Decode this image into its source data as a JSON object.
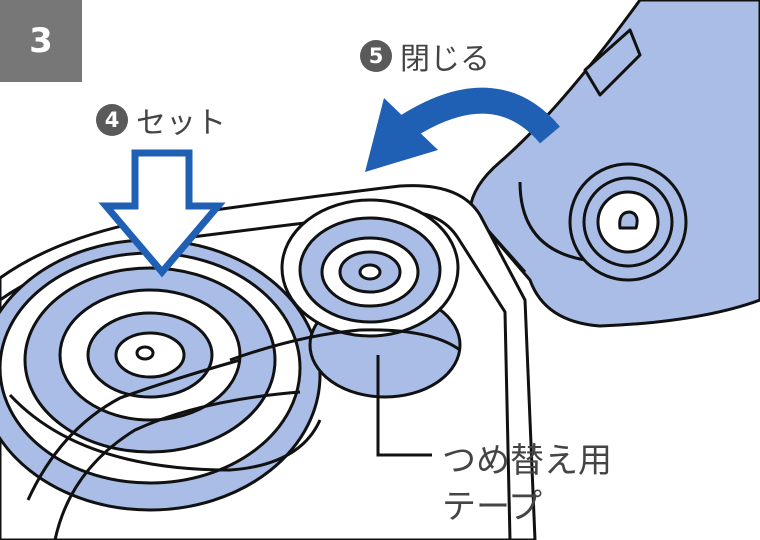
{
  "step": {
    "number": "3"
  },
  "callouts": {
    "set": {
      "number": "4",
      "text": "セット"
    },
    "close": {
      "number": "5",
      "text": "閉じる"
    }
  },
  "labels": {
    "tape_line1": "つめ替え用",
    "tape_line2": "テープ"
  },
  "colors": {
    "body_blue": "#a9bde6",
    "arrow_blue": "#1f5fb4",
    "badge_gray": "#777777",
    "outline": "#111111"
  }
}
